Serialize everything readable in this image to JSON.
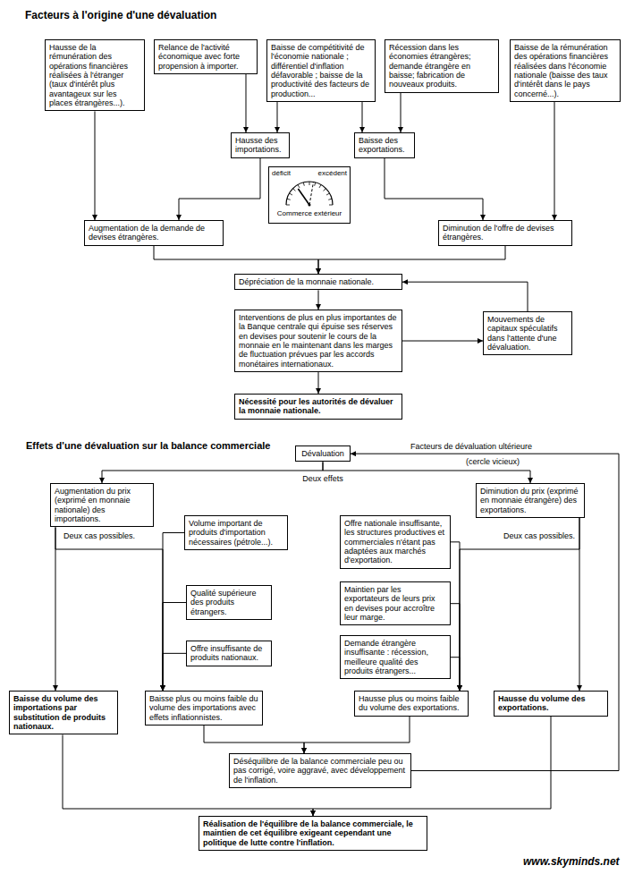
{
  "diagram": {
    "title": "Facteurs à l'origine d'une dévaluation",
    "nodes": [
      {
        "text": [
          "Hausse de la rémunération des opérations financières réalisées à l'étranger (taux d'intérêt plus avantageux sur les places étrangères...)."
        ]
      },
      {
        "text": [
          "Relance de l'activité économique avec forte propension à importer."
        ]
      },
      {
        "text": [
          "Baisse de compétitivité de l'économie nationale ; différentiel d'inflation défavorable ; baisse de la productivité des facteurs de production..."
        ]
      },
      {
        "text": [
          "Récession dans les économies étrangères; demande étrangère en baisse; fabrication de nouveaux produits."
        ]
      },
      {
        "text": [
          "Baisse de la rémunération des opérations financières réalisées dans l'économie nationale (baisse des taux d'intérêt dans le pays concerné...)."
        ]
      },
      {
        "text": [
          "Hausse des importations."
        ]
      },
      {
        "text": [
          "Baisse des exportations."
        ]
      },
      {
        "text": [
          "déficit",
          "excédent",
          "Commerce extérieur"
        ]
      },
      {
        "text": [
          "Augmentation de la demande de devises étrangères."
        ]
      },
      {
        "text": [
          "Diminution de l'offre de devises étrangères."
        ]
      },
      {
        "text": [
          "Dépréciation de la monnaie nationale."
        ]
      },
      {
        "text": [
          "Interventions de plus en plus importantes de la Banque centrale qui épuise ses réserves en devises pour soutenir le cours de la monnaie en le maintenant dans les marges de fluctuation prévues par les accords monétaires internationaux."
        ]
      },
      {
        "text": [
          "Mouvements de capitaux spéculatifs dans l'attente d'une dévaluation."
        ]
      },
      {
        "text": [
          "Nécessité pour les autorités de dévaluer la monnaie nationale."
        ]
      },
      {
        "text": [
          "Dévaluation"
        ]
      },
      {
        "text": [
          "Augmentation du prix (exprimé en monnaie nationale) des importations."
        ]
      },
      {
        "text": [
          "Diminution du prix (exprimé en monnaie étrangère) des exportations."
        ]
      },
      {
        "text": [
          "Volume important de produits d'importation nécessaires (pétrole...)."
        ]
      },
      {
        "text": [
          "Qualité supérieure des produits étrangers."
        ]
      },
      {
        "text": [
          "Offre insuffisante de produits nationaux."
        ]
      },
      {
        "text": [
          "Offre nationale insuffisante, les structures productives et commerciales n'étant pas adaptées aux marchés d'exportation."
        ]
      },
      {
        "text": [
          "Maintien par les exportateurs de leurs prix en devises pour accroître leur marge."
        ]
      },
      {
        "text": [
          "Demande étrangère insuffisante : récession, meilleure qualité des produits étrangers..."
        ]
      },
      {
        "text": [
          "Baisse du volume des importations par substitution de produits nationaux."
        ]
      },
      {
        "text": [
          "Baisse plus ou moins faible du volume des importations avec effets inflationnistes."
        ]
      },
      {
        "text": [
          "Hausse plus ou moins faible du volume des exportations."
        ]
      },
      {
        "text": [
          "Hausse du volume des exportations."
        ]
      },
      {
        "text": [
          "Déséquilibre de la balance commerciale peu ou pas corrigé, voire aggravé, avec développement de l'inflation."
        ]
      },
      {
        "text": [
          "Réalisation de l'équilibre de la balance commerciale, le maintien de cet équilibre exigeant cependant une politique de lutte contre l'inflation."
        ]
      }
    ],
    "edges": [
      {
        "from": 0,
        "to": 8,
        "arrow": "to"
      },
      {
        "from": 1,
        "to": 5,
        "arrow": "to"
      },
      {
        "from": 2,
        "to": 5,
        "arrow": "to"
      },
      {
        "from": 2,
        "to": 6,
        "arrow": "to"
      },
      {
        "from": 3,
        "to": 6,
        "arrow": "to"
      },
      {
        "from": 4,
        "to": 9,
        "arrow": "to"
      },
      {
        "from": 5,
        "to": 8,
        "arrow": "to"
      },
      {
        "from": 6,
        "to": 9,
        "arrow": "to"
      },
      {
        "from": 8,
        "to": 10,
        "arrow": "to"
      },
      {
        "from": 9,
        "to": 10,
        "arrow": "to"
      },
      {
        "from": 10,
        "to": 11,
        "arrow": "to"
      },
      {
        "from": 11,
        "to": 12,
        "arrow": "to"
      },
      {
        "from": 12,
        "to": 10,
        "arrow": "to"
      },
      {
        "from": 11,
        "to": 13,
        "arrow": "to"
      },
      {
        "from": 14,
        "to": 15,
        "arrow": "to"
      },
      {
        "from": 14,
        "to": 16,
        "arrow": "to"
      },
      {
        "from": 15,
        "to": 23,
        "arrow": "to"
      },
      {
        "from": 15,
        "to": 24,
        "arrow": "to"
      },
      {
        "from": 17,
        "to": 24,
        "arrow": "to"
      },
      {
        "from": 18,
        "to": 24,
        "arrow": "to"
      },
      {
        "from": 19,
        "to": 24,
        "arrow": "to"
      },
      {
        "from": 16,
        "to": 26,
        "arrow": "to"
      },
      {
        "from": 16,
        "to": 25,
        "arrow": "to"
      },
      {
        "from": 20,
        "to": 25,
        "arrow": "to"
      },
      {
        "from": 21,
        "to": 25,
        "arrow": "to"
      },
      {
        "from": 22,
        "to": 25,
        "arrow": "to"
      },
      {
        "from": 23,
        "to": 28,
        "arrow": "to"
      },
      {
        "from": 24,
        "to": 27,
        "arrow": "to"
      },
      {
        "from": 25,
        "to": 27,
        "arrow": "to"
      },
      {
        "from": 26,
        "to": 28,
        "arrow": "to"
      },
      {
        "from": 27,
        "to": 14,
        "arrow": "to"
      }
    ],
    "labels": [
      "Effets d'une dévaluation sur la balance commerciale",
      "Facteurs de dévaluation ultérieure",
      "(cercle vicieux)",
      "Deux effets",
      "Deux cas possibles.",
      "Deux cas possibles.",
      "www.skyminds.net"
    ]
  }
}
